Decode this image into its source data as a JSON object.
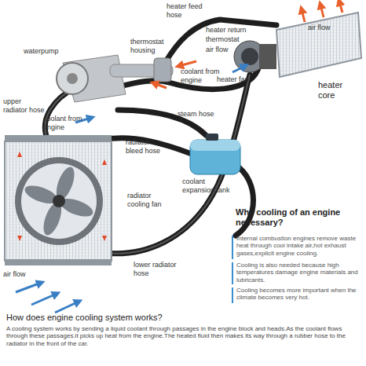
{
  "diagram": {
    "labels": [
      "heater feed hose",
      "air flow",
      "heater return",
      "thermostat",
      "air flow",
      "heater fan",
      "heater core",
      "waterpump",
      "thermostat housing",
      "coolant from engine",
      "upper radiator hose",
      "coolant from engine",
      "steam hose",
      "radiator bleed hose",
      "coolant expansion tank",
      "radiator cooling fan",
      "lower radiator hose",
      "air flow",
      "Why cooling of an engine necessary?",
      "Internal combustion engines remove waste heat through cool intake air,hot exhaust gases,explicit engine cooling.",
      "Cooling is also needed because high temperatures damage engine materials and lubricants.",
      "Cooling becomes more important when the climate becomes very hot.",
      "How does engine cooling system works?",
      "A cooling system works by sending a liquid coolant through passages in the engine block and heads.As the coolant flows through these passages.it picks up heat from the engine.The heated fluid then makes its way through a rubber hose to the radiator in the front of the car."
    ]
  }
}
